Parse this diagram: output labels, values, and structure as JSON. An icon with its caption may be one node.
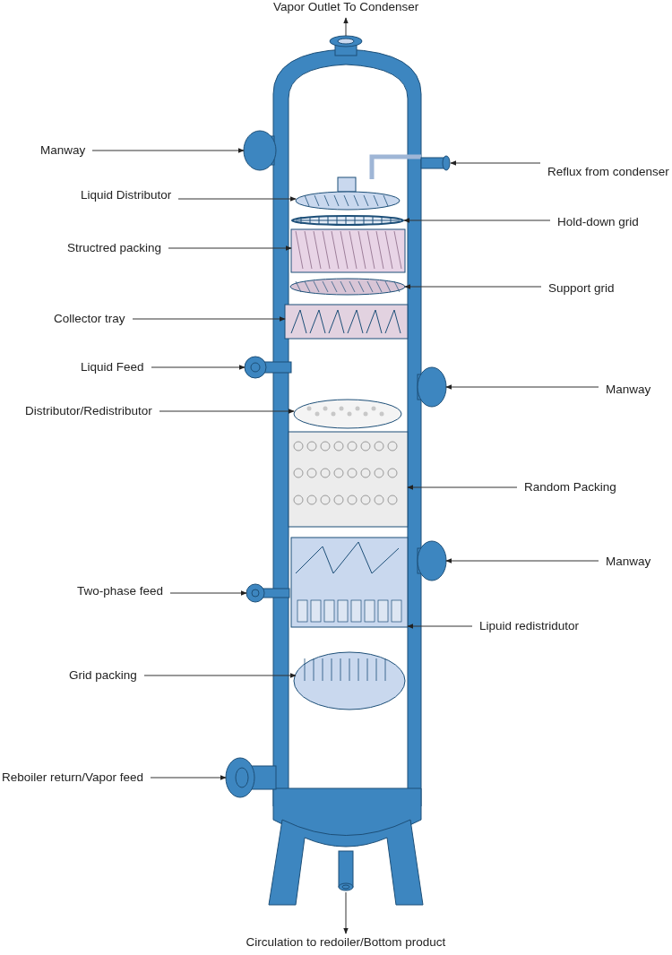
{
  "diagram": {
    "nodes": [
      {
        "text": [
          "Vapor Outlet To Condenser"
        ]
      },
      {
        "text": [],
        "shape": "picture"
      },
      {
        "text": [
          "Manway"
        ]
      },
      {
        "text": [],
        "shape": "picture"
      },
      {
        "text": [
          "Reflux from condenser"
        ]
      },
      {
        "text": [],
        "shape": "picture"
      },
      {
        "text": [
          "Liquid Distributor"
        ]
      },
      {
        "text": [],
        "shape": "picture"
      },
      {
        "text": [
          "Hold-down grid"
        ]
      },
      {
        "text": [],
        "shape": "picture"
      },
      {
        "text": [
          "Structred packing"
        ]
      },
      {
        "text": [],
        "shape": "picture"
      },
      {
        "text": [
          "Support grid"
        ]
      },
      {
        "text": [],
        "shape": "picture"
      },
      {
        "text": [
          "Collector tray"
        ]
      },
      {
        "text": [],
        "shape": "picture"
      },
      {
        "text": [
          "Liquid Feed"
        ]
      },
      {
        "text": [],
        "shape": "picture"
      },
      {
        "text": [
          "Manway"
        ]
      },
      {
        "text": [],
        "shape": "picture"
      },
      {
        "text": [
          "Distributor/Redistributor"
        ]
      },
      {
        "text": [],
        "shape": "picture"
      },
      {
        "text": [
          "Random Packing"
        ]
      },
      {
        "text": [],
        "shape": "picture"
      },
      {
        "text": [
          "Manway"
        ]
      },
      {
        "text": [],
        "shape": "picture"
      },
      {
        "text": [
          "Two-phase feed"
        ]
      },
      {
        "text": [],
        "shape": "picture"
      },
      {
        "text": [
          "Lipuid redistridutor"
        ]
      },
      {
        "text": [],
        "shape": "picture"
      },
      {
        "text": [
          "Grid packing"
        ]
      },
      {
        "text": [],
        "shape": "picture"
      },
      {
        "text": [
          "Reboiler return/Vapor feed"
        ]
      },
      {
        "text": [],
        "shape": "picture"
      },
      {
        "text": [],
        "shape": "cylinder"
      },
      {
        "text": [
          "Circulation to redoiler/Bottom product"
        ]
      }
    ],
    "edges": [
      {
        "from": 1,
        "to": 0,
        "arrow": "to"
      },
      {
        "from": 2,
        "to": 3,
        "arrow": "to"
      },
      {
        "from": 4,
        "to": 5,
        "arrow": "to"
      },
      {
        "from": 6,
        "to": 7,
        "arrow": "to"
      },
      {
        "from": 8,
        "to": 9,
        "arrow": "to"
      },
      {
        "from": 10,
        "to": 11,
        "arrow": "to"
      },
      {
        "from": 12,
        "to": 13,
        "arrow": "to"
      },
      {
        "from": 14,
        "to": 15,
        "arrow": "to"
      },
      {
        "from": 16,
        "to": 17,
        "arrow": "to"
      },
      {
        "from": 18,
        "to": 19,
        "arrow": "to"
      },
      {
        "from": 20,
        "to": 21,
        "arrow": "to"
      },
      {
        "from": 22,
        "to": 23,
        "arrow": "to"
      },
      {
        "from": 24,
        "to": 25,
        "arrow": "to"
      },
      {
        "from": 26,
        "to": 27,
        "arrow": "to"
      },
      {
        "from": 28,
        "to": 29,
        "arrow": "to"
      },
      {
        "from": 30,
        "to": 31,
        "arrow": "to"
      },
      {
        "from": 32,
        "to": 33,
        "arrow": "to"
      },
      {
        "from": 34,
        "to": 35,
        "arrow": "to"
      }
    ]
  }
}
